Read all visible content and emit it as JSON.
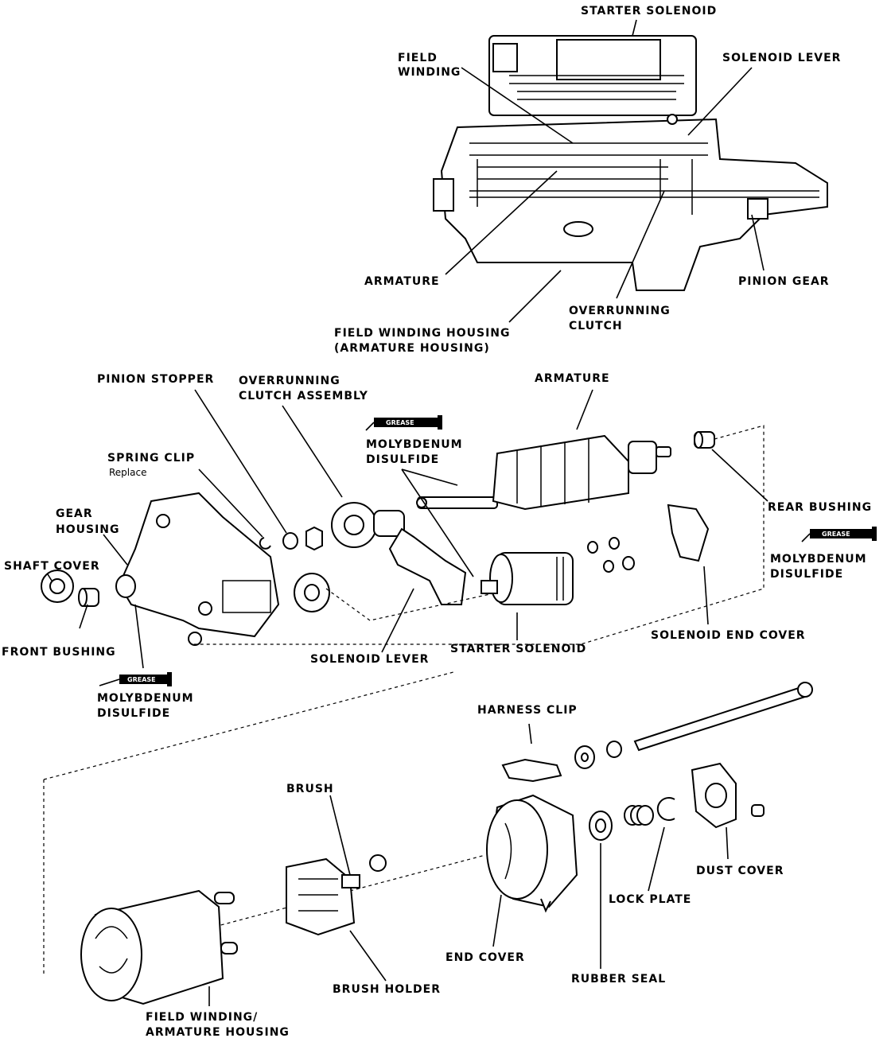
{
  "labels": {
    "starter_solenoid_top": "STARTER SOLENOID",
    "field_winding": [
      "FIELD",
      "WINDING"
    ],
    "solenoid_lever_top": "SOLENOID LEVER",
    "armature_top": "ARMATURE",
    "pinion_gear": "PINION GEAR",
    "overrunning_clutch": [
      "OVERRUNNING",
      "CLUTCH"
    ],
    "field_winding_housing": [
      "FIELD WINDING HOUSING",
      "(ARMATURE HOUSING)"
    ],
    "pinion_stopper": "PINION STOPPER",
    "overrunning_clutch_assembly": [
      "OVERRUNNING",
      "CLUTCH ASSEMBLY"
    ],
    "armature_mid": "ARMATURE",
    "spring_clip": "SPRING CLIP",
    "spring_clip_note": "Replace",
    "gear_housing": [
      "GEAR",
      "HOUSING"
    ],
    "shaft_cover": "SHAFT COVER",
    "front_bushing": "FRONT BUSHING",
    "molybdenum_1": [
      "MOLYBDENUM",
      "DISULFIDE"
    ],
    "molybdenum_2": [
      "MOLYBDENUM",
      "DISULFIDE"
    ],
    "molybdenum_3": [
      "MOLYBDENUM",
      "DISULFIDE"
    ],
    "rear_bushing": "REAR BUSHING",
    "solenoid_lever_mid": "SOLENOID LEVER",
    "starter_solenoid_mid": "STARTER SOLENOID",
    "solenoid_end_cover": "SOLENOID END COVER",
    "harness_clip": "HARNESS CLIP",
    "brush": "BRUSH",
    "dust_cover": "DUST COVER",
    "lock_plate": "LOCK PLATE",
    "end_cover": "END COVER",
    "rubber_seal": "RUBBER SEAL",
    "brush_holder": "BRUSH HOLDER",
    "field_winding_armature_housing": [
      "FIELD WINDING/",
      "ARMATURE HOUSING"
    ],
    "grease_tag": "GREASE"
  }
}
